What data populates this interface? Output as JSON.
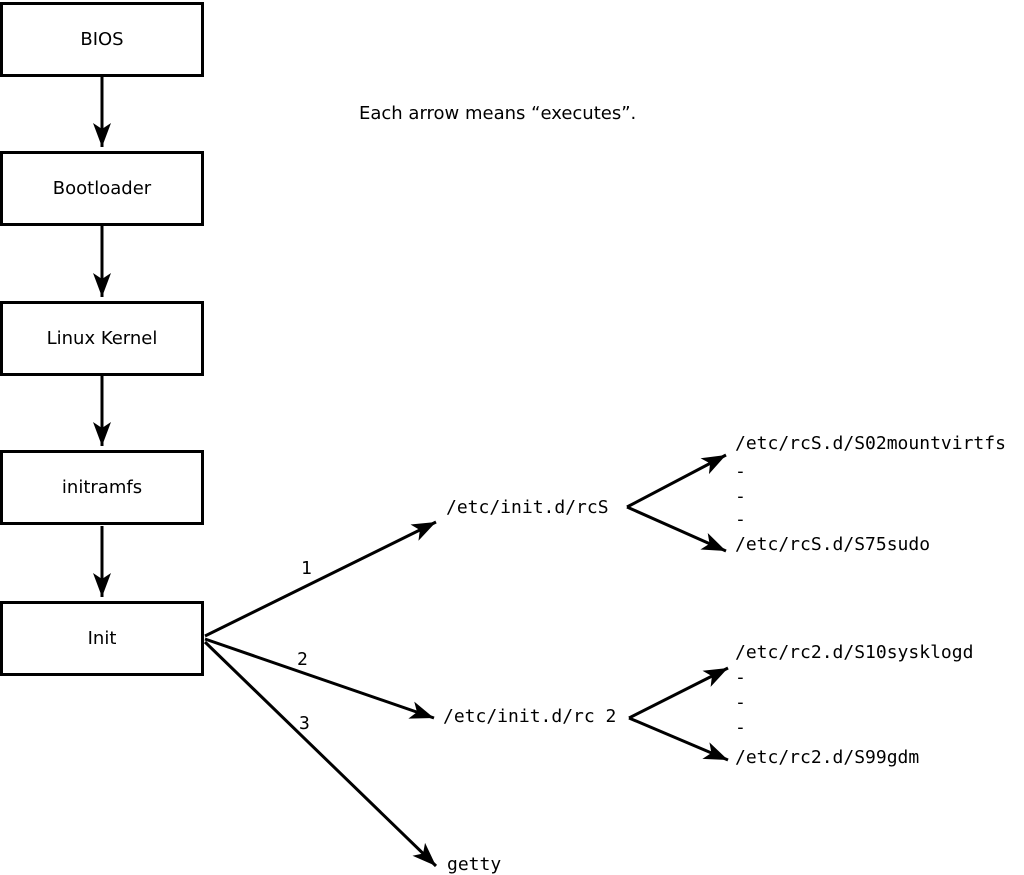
{
  "note": "Each arrow means “executes”.",
  "nodes": {
    "bios": "BIOS",
    "bootloader": "Bootloader",
    "kernel": "Linux Kernel",
    "initramfs": "initramfs",
    "init": "Init"
  },
  "init_arrows": {
    "label1": "1",
    "label2": "2",
    "label3": "3",
    "rcS": "/etc/init.d/rcS",
    "rc2": "/etc/init.d/rc 2",
    "getty": "getty"
  },
  "rcS_children": {
    "top": "/etc/rcS.d/S02mountvirtfs",
    "dash1": "-",
    "dash2": "-",
    "dash3": "-",
    "bottom": "/etc/rcS.d/S75sudo"
  },
  "rc2_children": {
    "top": "/etc/rc2.d/S10sysklogd",
    "dash1": "-",
    "dash2": "-",
    "dash3": "-",
    "bottom": "/etc/rc2.d/S99gdm"
  },
  "colors": {
    "ink": "#000000",
    "background": "#ffffff"
  }
}
